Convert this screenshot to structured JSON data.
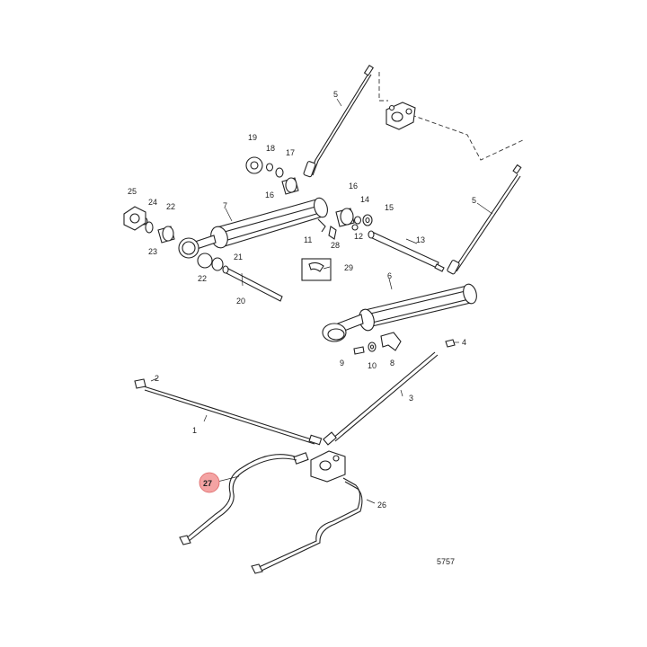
{
  "callouts": [
    {
      "id": "c1",
      "text": "1"
    },
    {
      "id": "c2",
      "text": "2"
    },
    {
      "id": "c3",
      "text": "3"
    },
    {
      "id": "c4",
      "text": "4"
    },
    {
      "id": "c5a",
      "text": "5"
    },
    {
      "id": "c5b",
      "text": "5"
    },
    {
      "id": "c6",
      "text": "6"
    },
    {
      "id": "c7",
      "text": "7"
    },
    {
      "id": "c8",
      "text": "8"
    },
    {
      "id": "c9",
      "text": "9"
    },
    {
      "id": "c10",
      "text": "10"
    },
    {
      "id": "c11",
      "text": "11"
    },
    {
      "id": "c12",
      "text": "12"
    },
    {
      "id": "c13",
      "text": "13"
    },
    {
      "id": "c14",
      "text": "14"
    },
    {
      "id": "c15",
      "text": "15"
    },
    {
      "id": "c16a",
      "text": "16"
    },
    {
      "id": "c16b",
      "text": "16"
    },
    {
      "id": "c17",
      "text": "17"
    },
    {
      "id": "c18",
      "text": "18"
    },
    {
      "id": "c19",
      "text": "19"
    },
    {
      "id": "c20",
      "text": "20"
    },
    {
      "id": "c21",
      "text": "21"
    },
    {
      "id": "c22a",
      "text": "22"
    },
    {
      "id": "c22b",
      "text": "22"
    },
    {
      "id": "c23",
      "text": "23"
    },
    {
      "id": "c24",
      "text": "24"
    },
    {
      "id": "c25",
      "text": "25"
    },
    {
      "id": "c26",
      "text": "26"
    },
    {
      "id": "c27",
      "text": "27"
    },
    {
      "id": "c28",
      "text": "28"
    },
    {
      "id": "c29",
      "text": "29"
    }
  ],
  "highlighted_callout": "27",
  "highlight_color": "#f4a3a3",
  "figure_number": "5757"
}
